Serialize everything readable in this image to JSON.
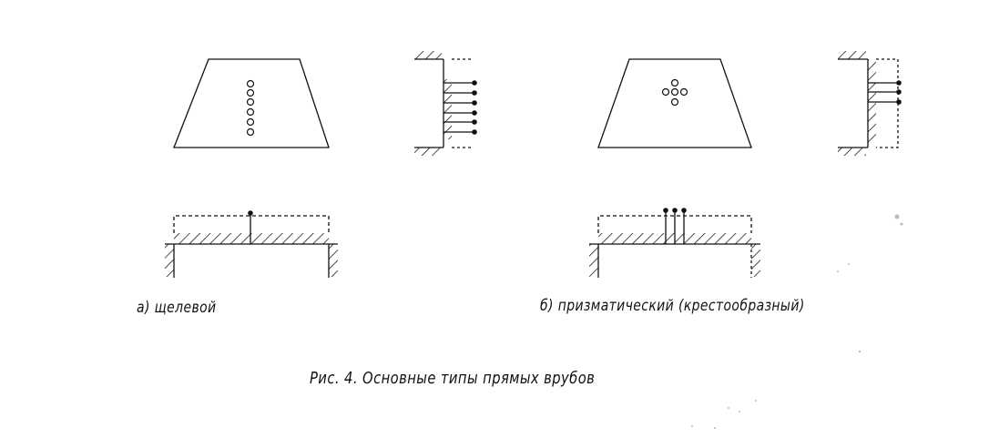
{
  "labels": {
    "variant_a": "а) щелевой",
    "variant_b": "б) призматический (крестообразный)"
  },
  "figure_title": "Рис. 4. Основные типы прямых врубов",
  "variant_a": {
    "holes": 6,
    "wall_shots": 6,
    "floor_shots": 1
  },
  "variant_b": {
    "holes_pattern": "cross",
    "holes": 5,
    "wall_shots": 3,
    "floor_shots": 3
  },
  "colors": {
    "ink": "#111111",
    "background": "#ffffff"
  }
}
